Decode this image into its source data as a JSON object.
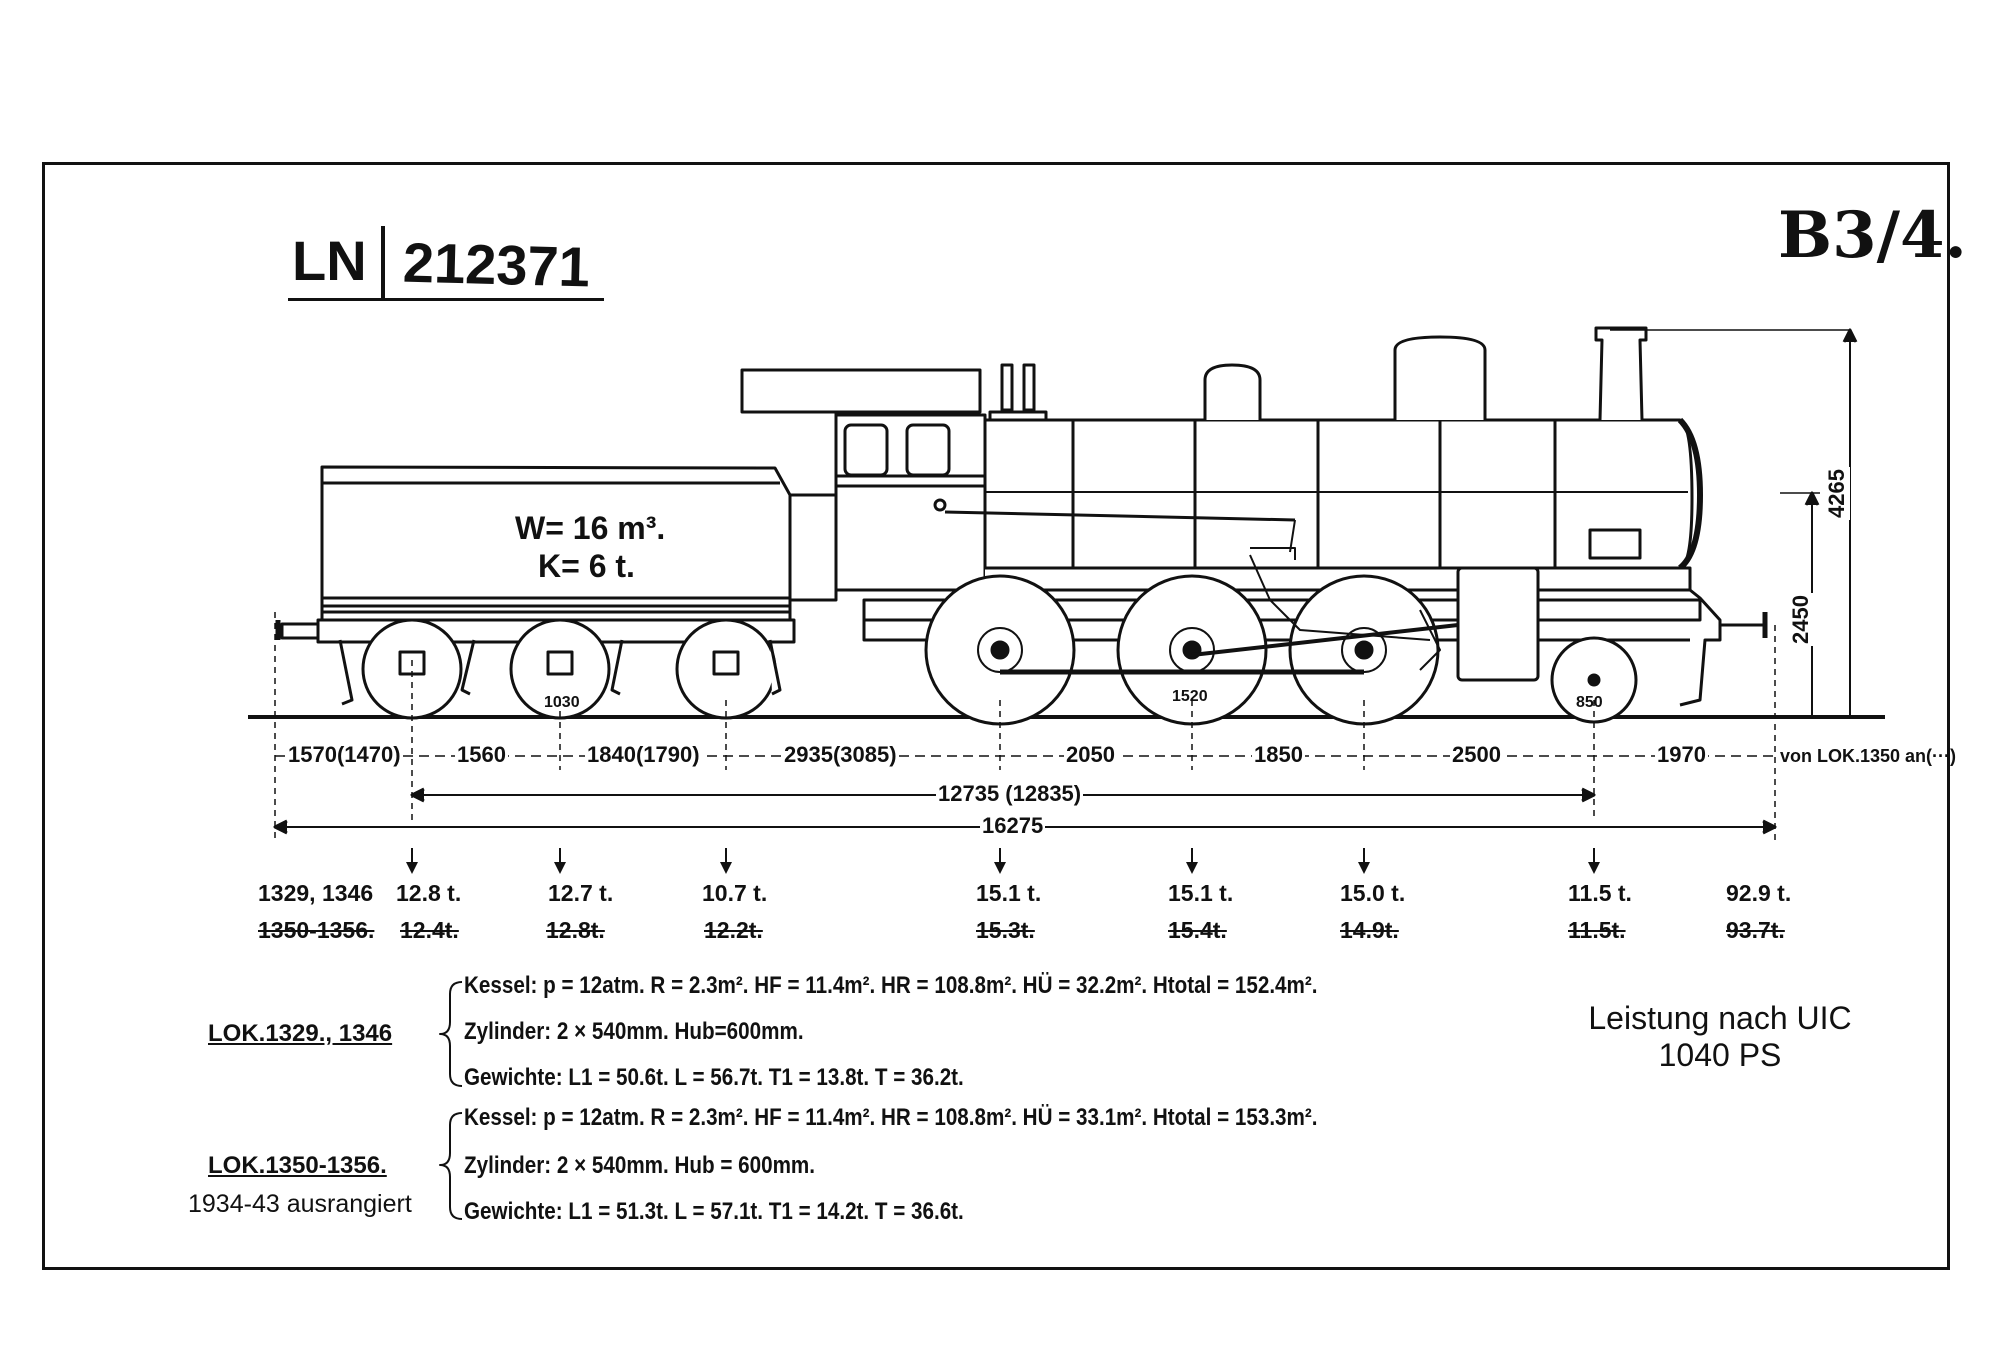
{
  "header": {
    "id_prefix": "LN",
    "id_number": "212371",
    "series": "B3/4."
  },
  "tender_text": {
    "water": "W= 16 m³.",
    "coal": "K= 6 t."
  },
  "wheel_diameters": {
    "tender": "1030",
    "driving": "1520",
    "leading": "850"
  },
  "vertical_dims": {
    "total_height": "4265",
    "boiler_axis": "2450"
  },
  "axle_spacing": [
    "1570(1470)",
    "1560",
    "1840(1790)",
    "2935(3085)",
    "2050",
    "1850",
    "2500",
    "1970"
  ],
  "axle_spacing_note": "von LOK.1350 an(···)",
  "wheelbase": "12735 (12835)",
  "overall_length": "16275",
  "axle_loads": {
    "group_label_current": "1329, 1346",
    "group_label_old": "1350-1356.",
    "current": [
      "12.8 t.",
      "12.7 t.",
      "10.7 t.",
      "15.1 t.",
      "15.1 t.",
      "15.0 t.",
      "11.5 t.",
      "92.9 t."
    ],
    "old": [
      "12.4t.",
      "12.8t.",
      "12.2t.",
      "15.3t.",
      "15.4t.",
      "14.9t.",
      "11.5t.",
      "93.7t."
    ]
  },
  "variants": [
    {
      "label": "LOK.1329., 1346",
      "kessel": "Kessel: p = 12atm. R = 2.3m². HF = 11.4m². HR = 108.8m². HÜ = 32.2m². Htotal = 152.4m².",
      "zylinder": "Zylinder: 2 × 540mm. Hub=600mm.",
      "gewichte": "Gewichte: L1 = 50.6t. L = 56.7t. T1 = 13.8t. T = 36.2t."
    },
    {
      "label": "LOK.1350-1356.",
      "note": "1934-43  ausrangiert",
      "kessel": "Kessel: p = 12atm. R = 2.3m². HF = 11.4m². HR = 108.8m². HÜ = 33.1m². Htotal = 153.3m².",
      "zylinder": "Zylinder: 2 × 540mm. Hub = 600mm.",
      "gewichte": "Gewichte: L1 = 51.3t. L = 57.1t. T1 = 14.2t. T = 36.6t."
    }
  ],
  "performance": {
    "line1": "Leistung nach UIC",
    "line2": "1040 PS"
  }
}
